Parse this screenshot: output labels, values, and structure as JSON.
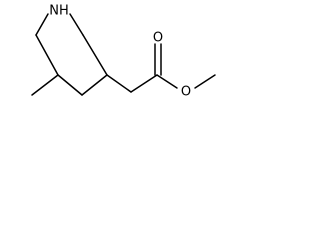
{
  "molecule": {
    "atom_labels": {
      "nh": "NH",
      "carbonyl_o": "O",
      "ester_o": "O"
    }
  },
  "colors": {
    "bond": "#000000",
    "background": "#ffffff"
  }
}
